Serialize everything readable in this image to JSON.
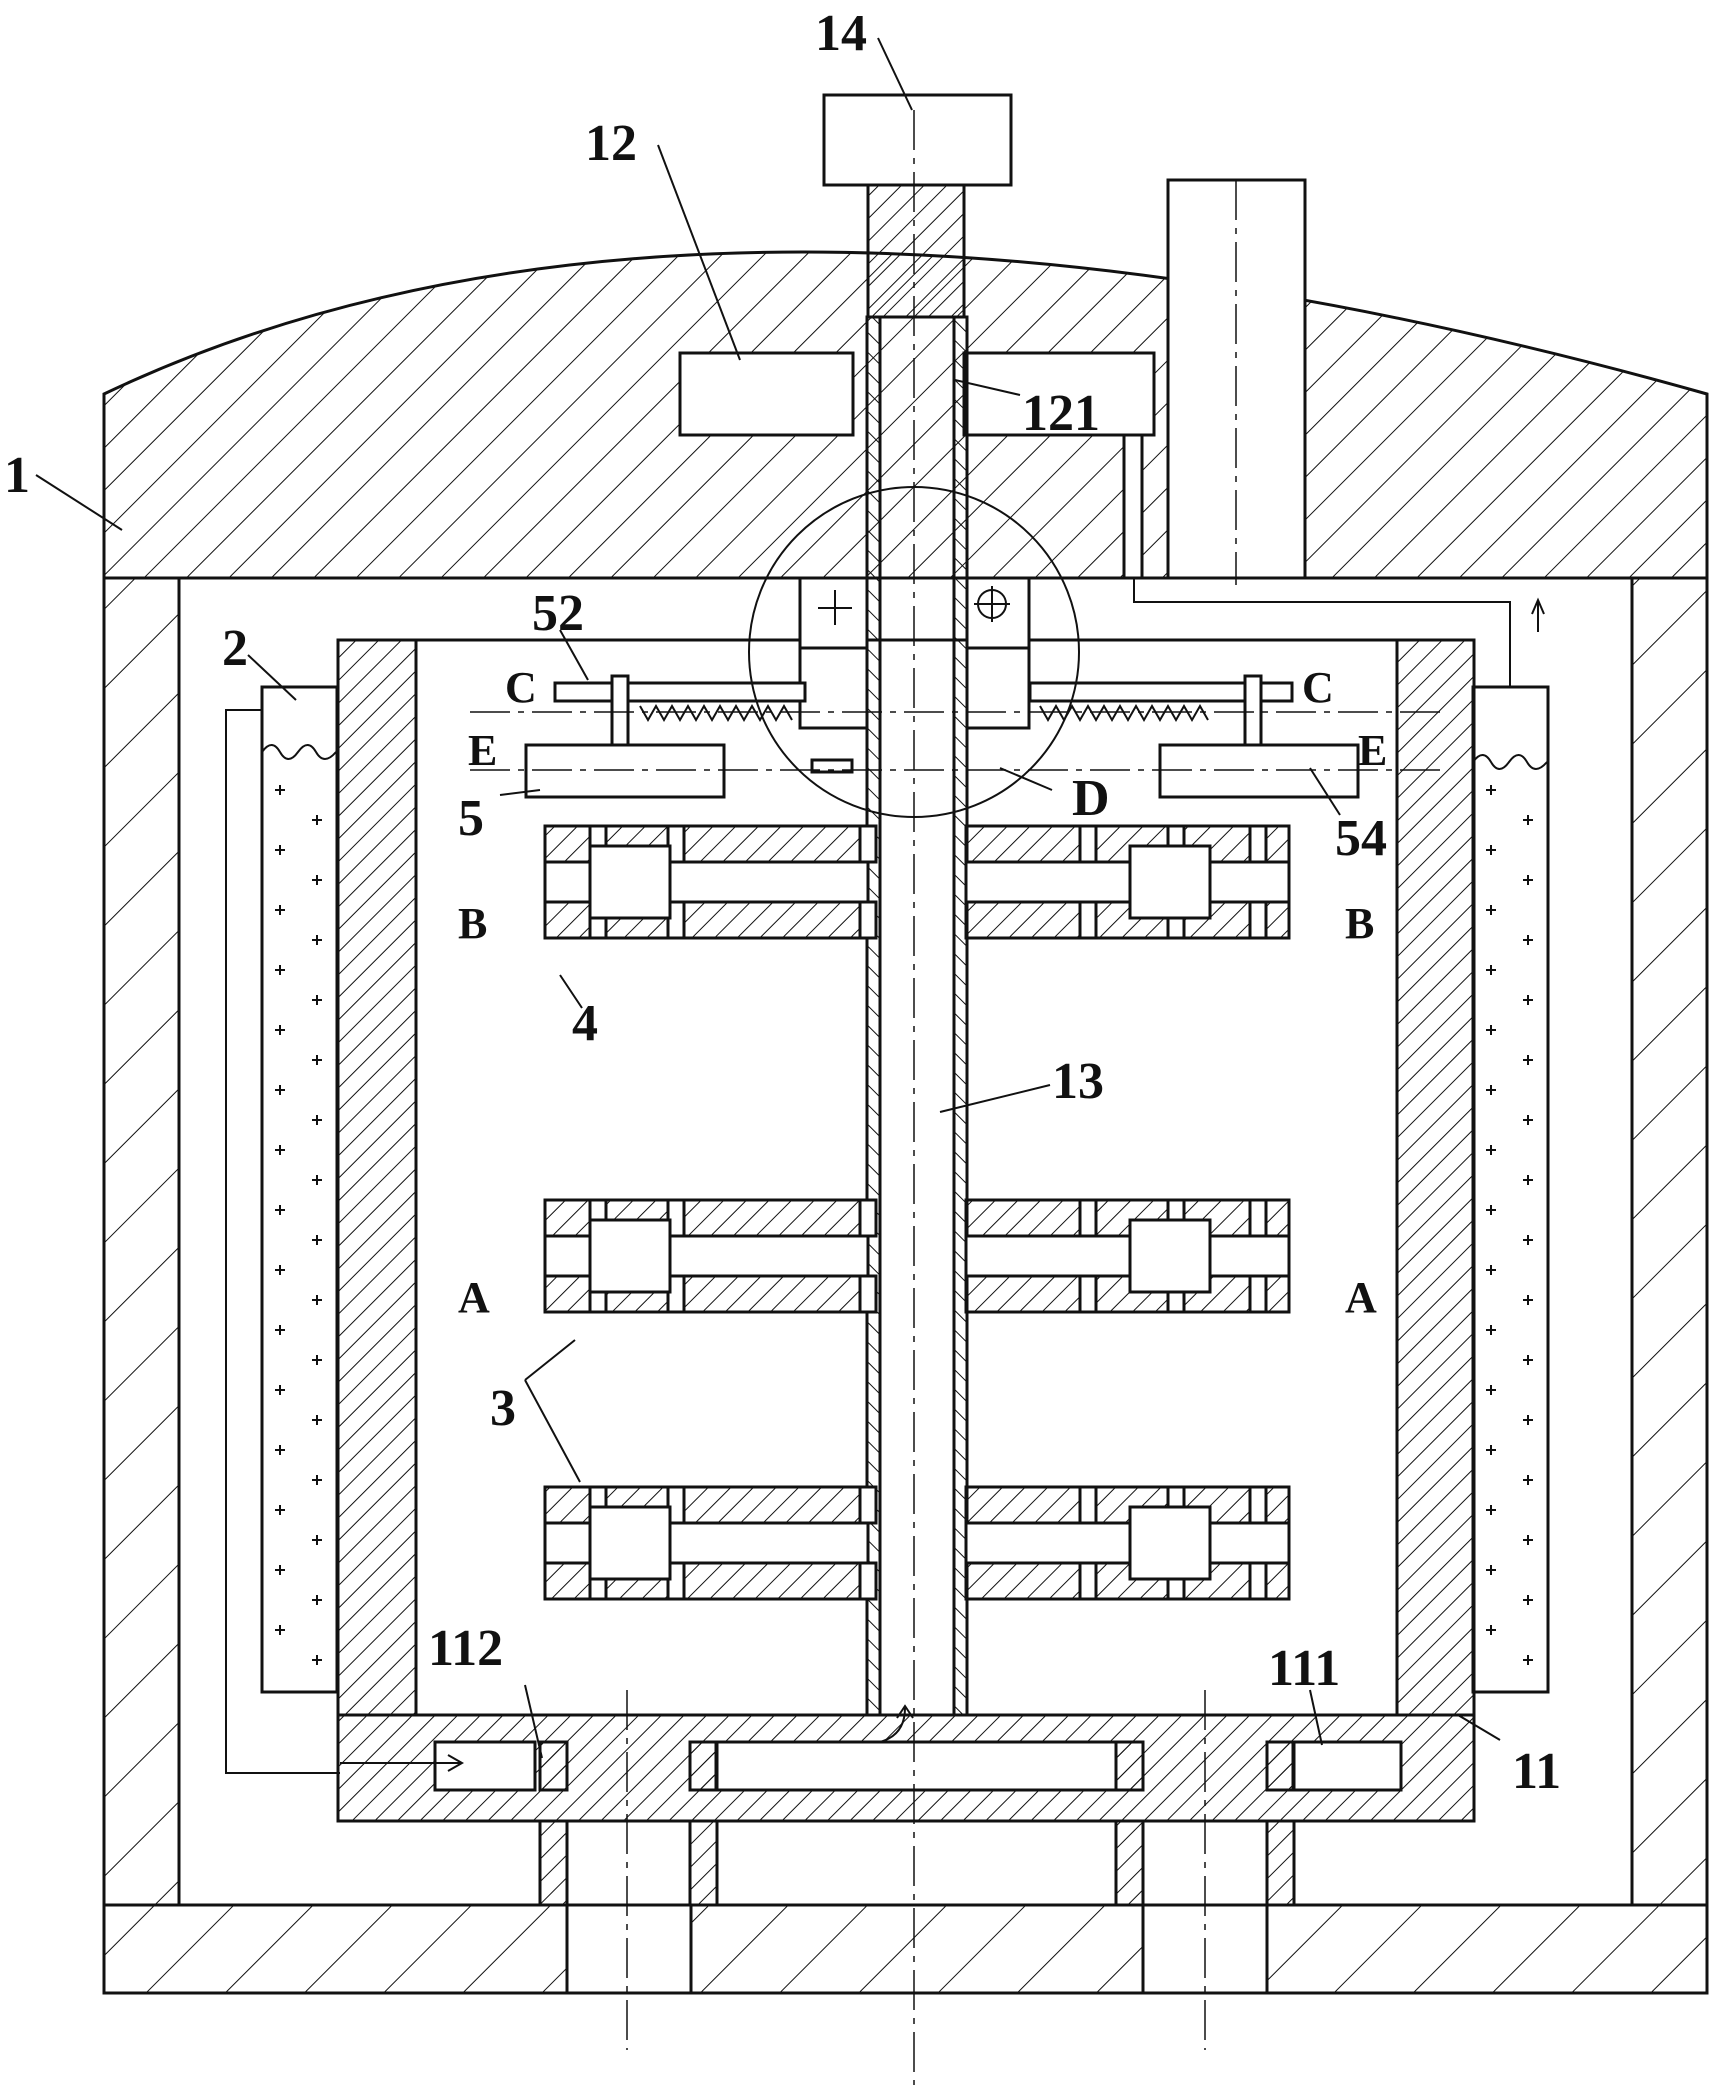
{
  "figure": {
    "labels": {
      "l14": "14",
      "l12": "12",
      "l121": "121",
      "l1": "1",
      "l2": "2",
      "l52": "52",
      "l5": "5",
      "l54": "54",
      "l4": "4",
      "l13": "13",
      "l3": "3",
      "l112": "112",
      "l111": "111",
      "l11": "11",
      "lD": "D"
    },
    "section_marks": {
      "c_left": "C",
      "c_right": "C",
      "e_left": "E",
      "e_right": "E",
      "b_left": "B",
      "b_right": "B",
      "a_left": "A",
      "a_right": "A"
    }
  }
}
